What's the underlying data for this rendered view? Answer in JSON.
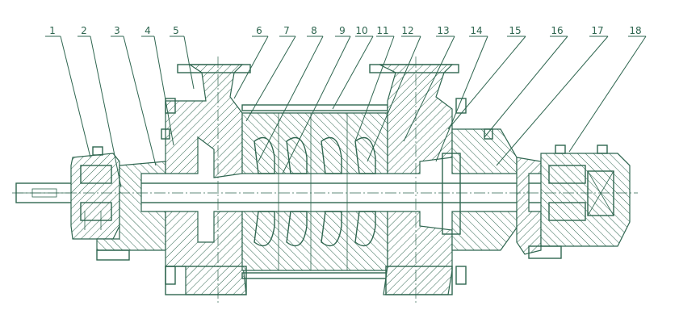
{
  "drawing": {
    "ink": "#2f6650",
    "background": "#ffffff"
  },
  "callouts": [
    {
      "label": "1"
    },
    {
      "label": "2"
    },
    {
      "label": "3"
    },
    {
      "label": "4"
    },
    {
      "label": "5"
    },
    {
      "label": "6"
    },
    {
      "label": "7"
    },
    {
      "label": "8"
    },
    {
      "label": "9"
    },
    {
      "label": "10"
    },
    {
      "label": "11"
    },
    {
      "label": "12"
    },
    {
      "label": "13"
    },
    {
      "label": "14"
    },
    {
      "label": "15"
    },
    {
      "label": "16"
    },
    {
      "label": "17"
    },
    {
      "label": "18"
    }
  ]
}
